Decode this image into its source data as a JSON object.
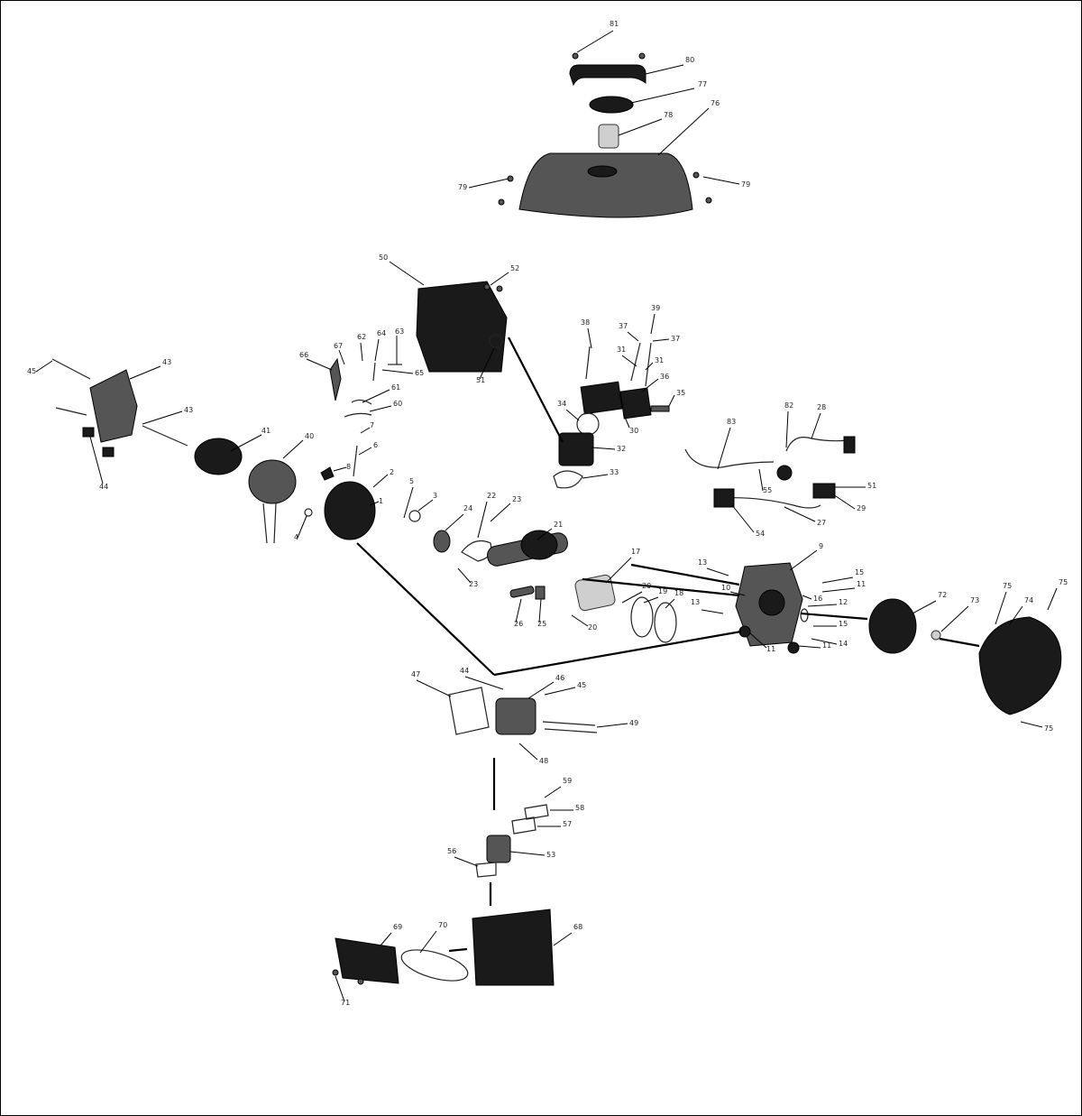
{
  "diagram": {
    "part_labels": [
      "81",
      "80",
      "77",
      "78",
      "76",
      "79",
      "79",
      "50",
      "52",
      "51",
      "38",
      "37",
      "39",
      "37",
      "31",
      "31",
      "36",
      "35",
      "34",
      "30",
      "32",
      "33",
      "82",
      "28",
      "83",
      "55",
      "51",
      "29",
      "54",
      "27",
      "66",
      "67",
      "62",
      "64",
      "63",
      "65",
      "61",
      "60",
      "7",
      "6",
      "8",
      "2",
      "1",
      "5",
      "3",
      "4",
      "45",
      "43",
      "43",
      "44",
      "41",
      "40",
      "24",
      "22",
      "23",
      "23",
      "21",
      "17",
      "26",
      "25",
      "20",
      "20",
      "19",
      "18",
      "13",
      "10",
      "9",
      "16",
      "15",
      "11",
      "12",
      "13",
      "15",
      "14",
      "11",
      "11",
      "72",
      "73",
      "75",
      "74",
      "75",
      "75",
      "47",
      "44",
      "46",
      "45",
      "49",
      "48",
      "59",
      "58",
      "57",
      "53",
      "56",
      "69",
      "70",
      "68",
      "71"
    ],
    "colors": {
      "line": "#000000",
      "part_dark": "#1a1a1a",
      "part_mid": "#555555",
      "part_light": "#cfcfcf"
    }
  }
}
